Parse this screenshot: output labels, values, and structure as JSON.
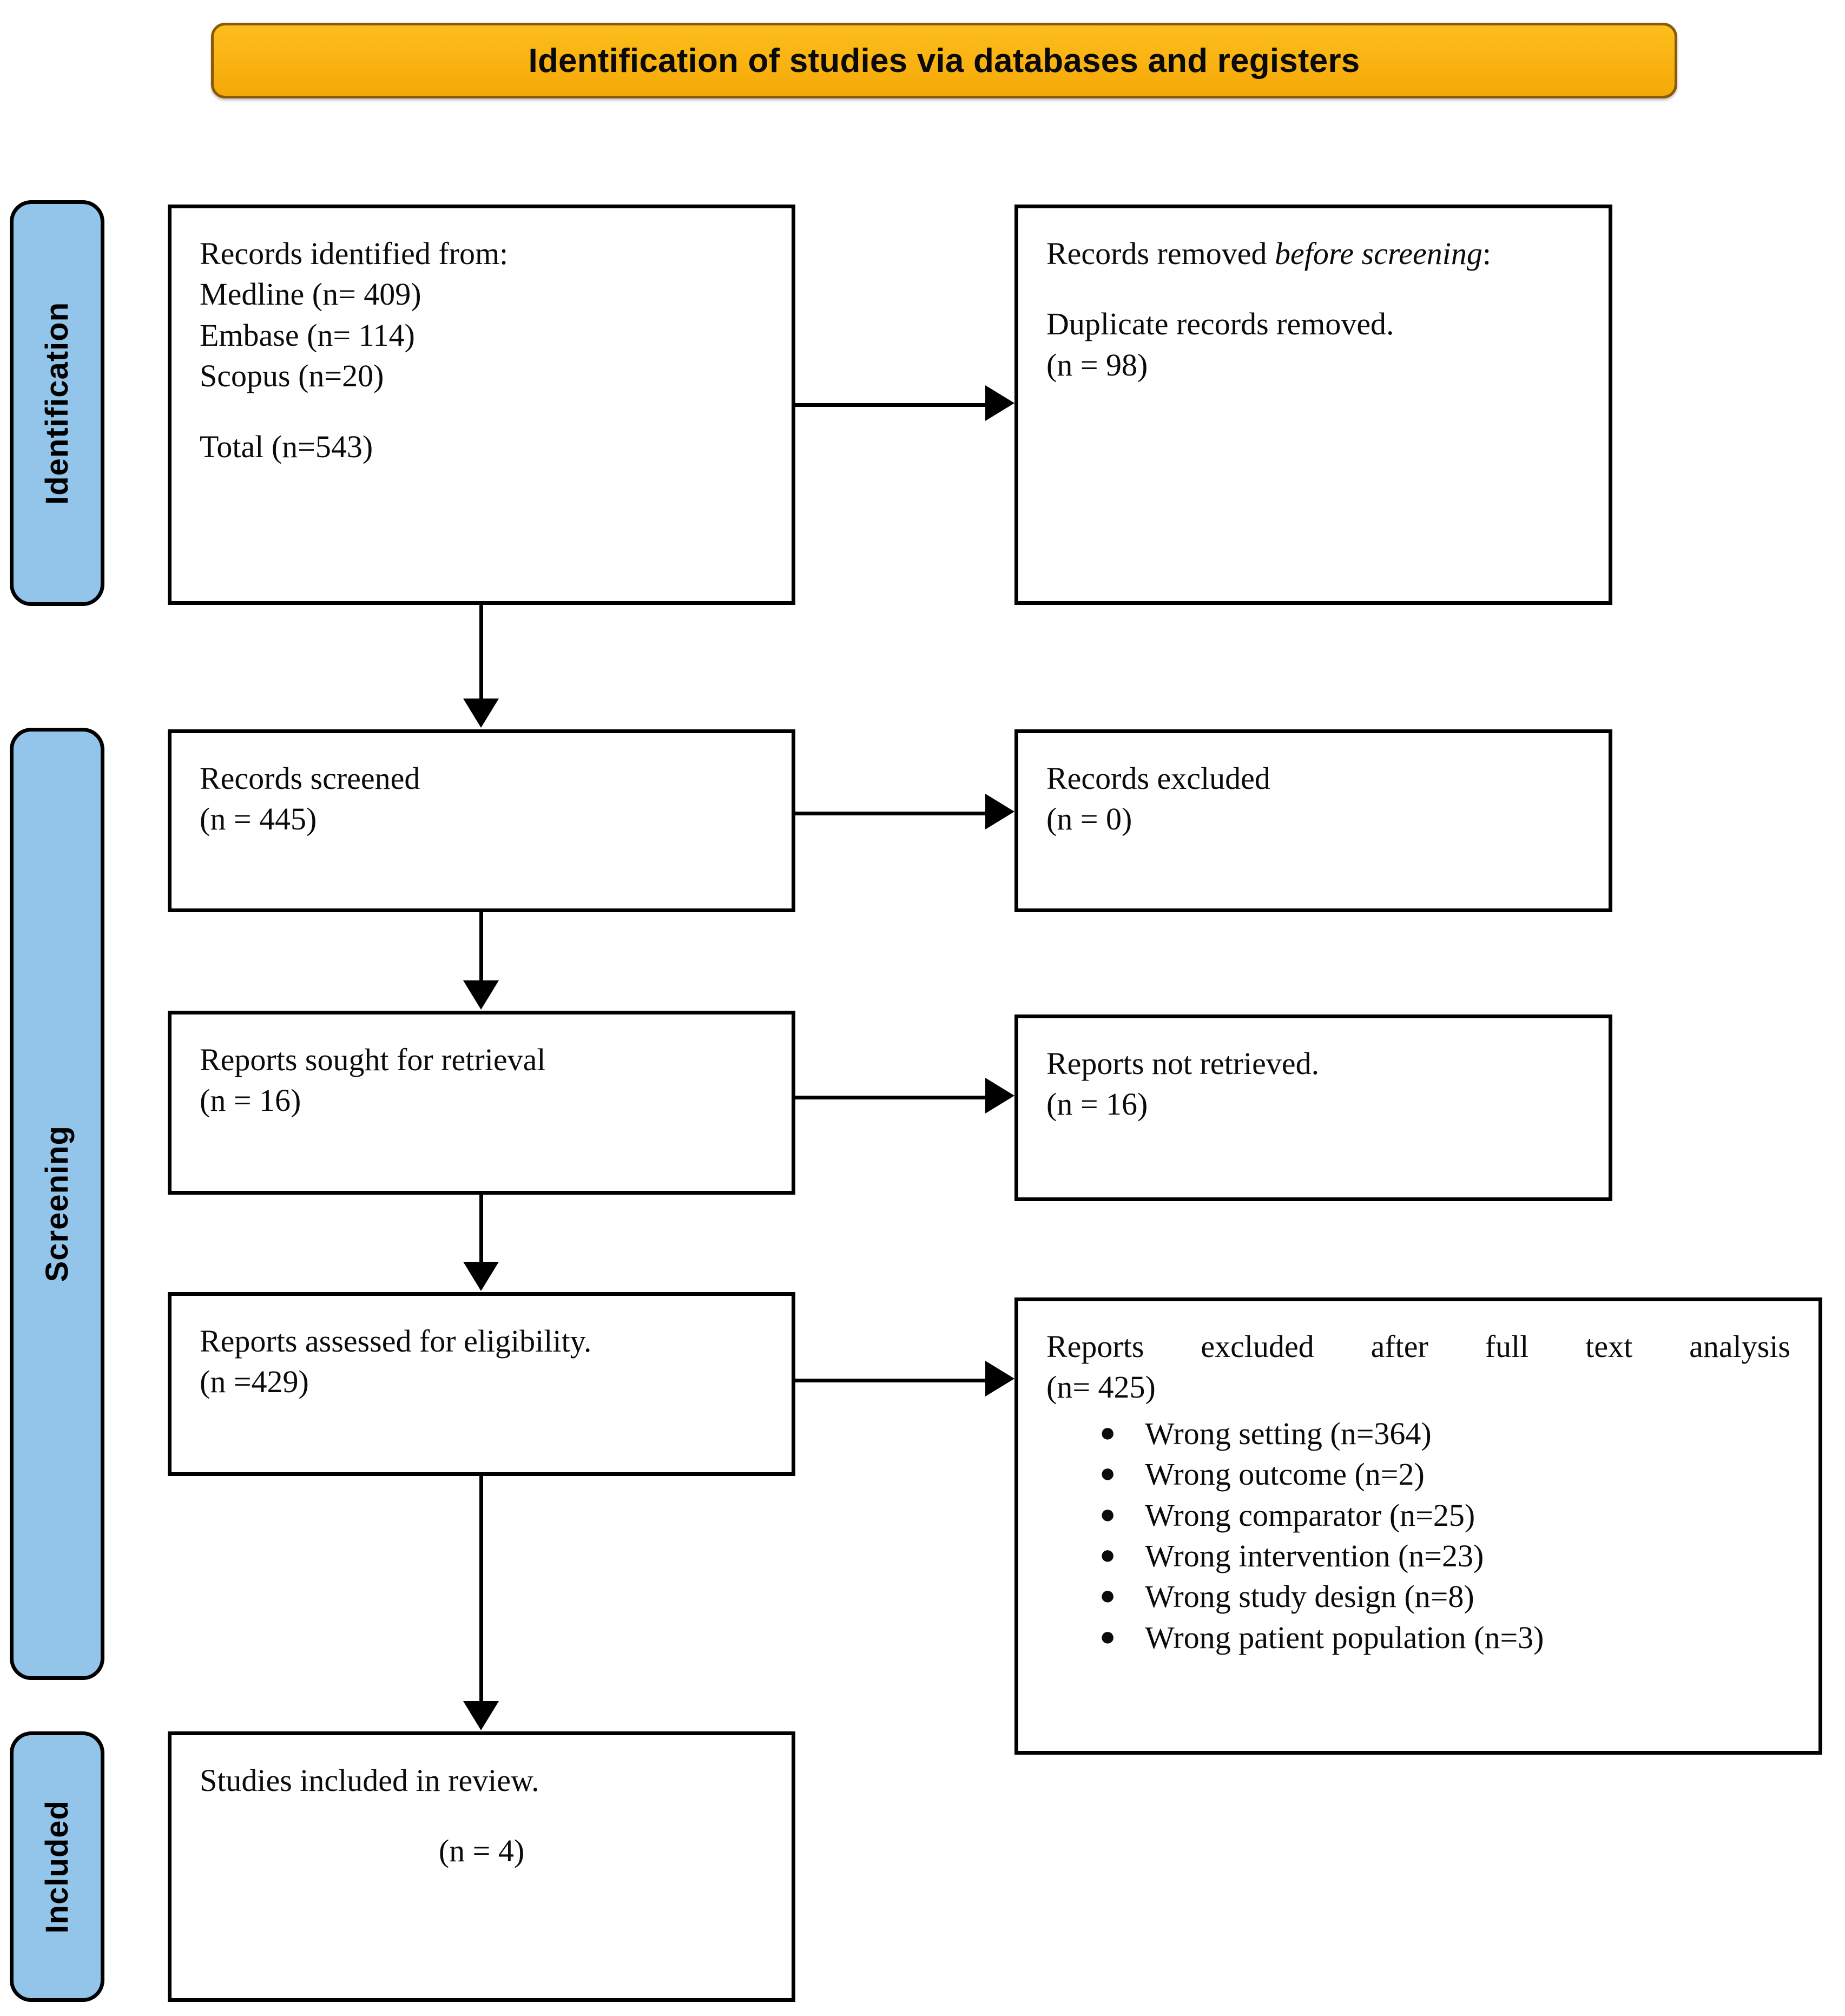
{
  "title": {
    "text": "Identification of studies via databases and registers",
    "background_color": "#f9b211",
    "border_color": "#8a5a06"
  },
  "stages": [
    {
      "key": "identification",
      "label": "Identification",
      "color": "#93c5ea"
    },
    {
      "key": "screening",
      "label": "Screening",
      "color": "#93c5ea"
    },
    {
      "key": "included",
      "label": "Included",
      "color": "#93c5ea"
    }
  ],
  "boxes": {
    "identified": {
      "line1": "Records identified from:",
      "line2": "Medline (n= 409)",
      "line3": "Embase (n= 114)",
      "line4": "Scopus (n=20)",
      "line5": "Total (n=543)"
    },
    "removed": {
      "line1_prefix": "Records removed ",
      "line1_italic": "before screening",
      "line1_suffix": ":",
      "line2": "Duplicate records removed.",
      "line3": " (n = 98)"
    },
    "screened": {
      "line1": "Records screened",
      "line2": "(n = 445)"
    },
    "excluded": {
      "line1": "Records excluded",
      "line2": "(n = 0)"
    },
    "sought": {
      "line1": "Reports sought for retrieval",
      "line2": "(n = 16)"
    },
    "not_retrieved": {
      "line1": "Reports not retrieved.",
      "line2": "(n = 16)"
    },
    "assessed": {
      "line1": "Reports assessed for eligibility.",
      "line2": "(n =429)"
    },
    "full_text_excluded": {
      "heading": "Reports excluded after full text analysis",
      "count": "(n= 425)",
      "bullet_glyph": "●",
      "reasons": [
        "Wrong setting (n=364)",
        "Wrong outcome (n=2)",
        "Wrong comparator (n=25)",
        "Wrong intervention (n=23)",
        "Wrong study design (n=8)",
        "Wrong patient population (n=3)"
      ]
    },
    "included": {
      "line1": "Studies included in review.",
      "line2": "(n = 4)"
    }
  }
}
